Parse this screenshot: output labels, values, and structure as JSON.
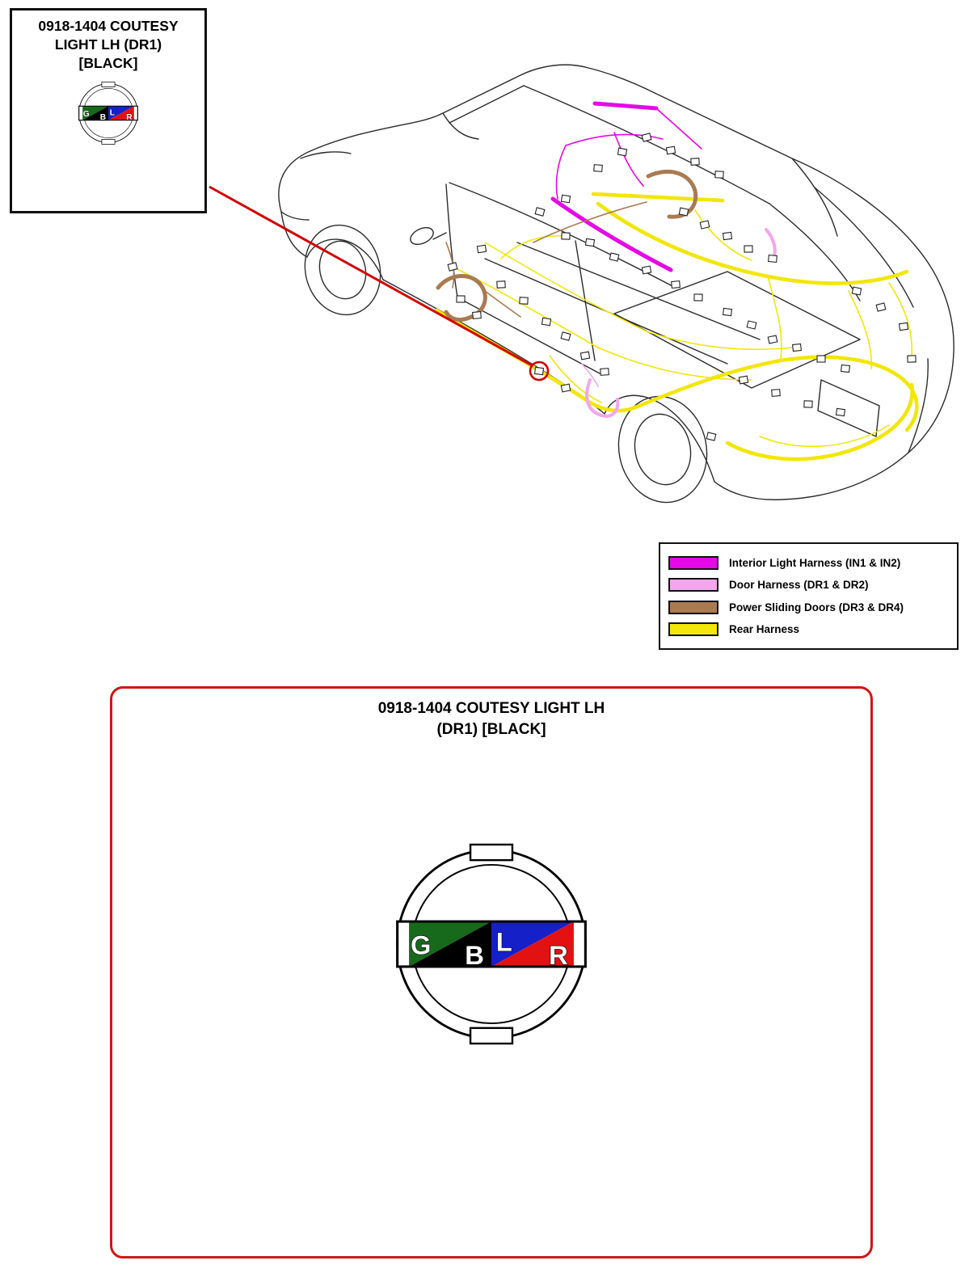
{
  "callout": {
    "title": "0918-1404 COUTESY\nLIGHT LH (DR1)\n[BLACK]"
  },
  "detail": {
    "title": "0918-1404 COUTESY LIGHT LH\n(DR1) [BLACK]"
  },
  "legend": {
    "items": [
      {
        "label": "Interior Light Harness (IN1 & IN2)",
        "color": "#e608e6"
      },
      {
        "label": "Door Harness (DR1 & DR2)",
        "color": "#f2a6ec"
      },
      {
        "label": "Power Sliding Doors (DR3 & DR4)",
        "color": "#aa7a50"
      },
      {
        "label": "Rear Harness",
        "color": "#f2e60a"
      }
    ]
  },
  "connector": {
    "pins": [
      {
        "label": "G",
        "color": "#17691c"
      },
      {
        "label": "B",
        "color": "#000000"
      },
      {
        "label": "L",
        "color": "#1520c8"
      },
      {
        "label": "R",
        "color": "#e21212"
      }
    ]
  },
  "accents": {
    "leader": "#d40000",
    "outline": "#2b2b2b"
  }
}
